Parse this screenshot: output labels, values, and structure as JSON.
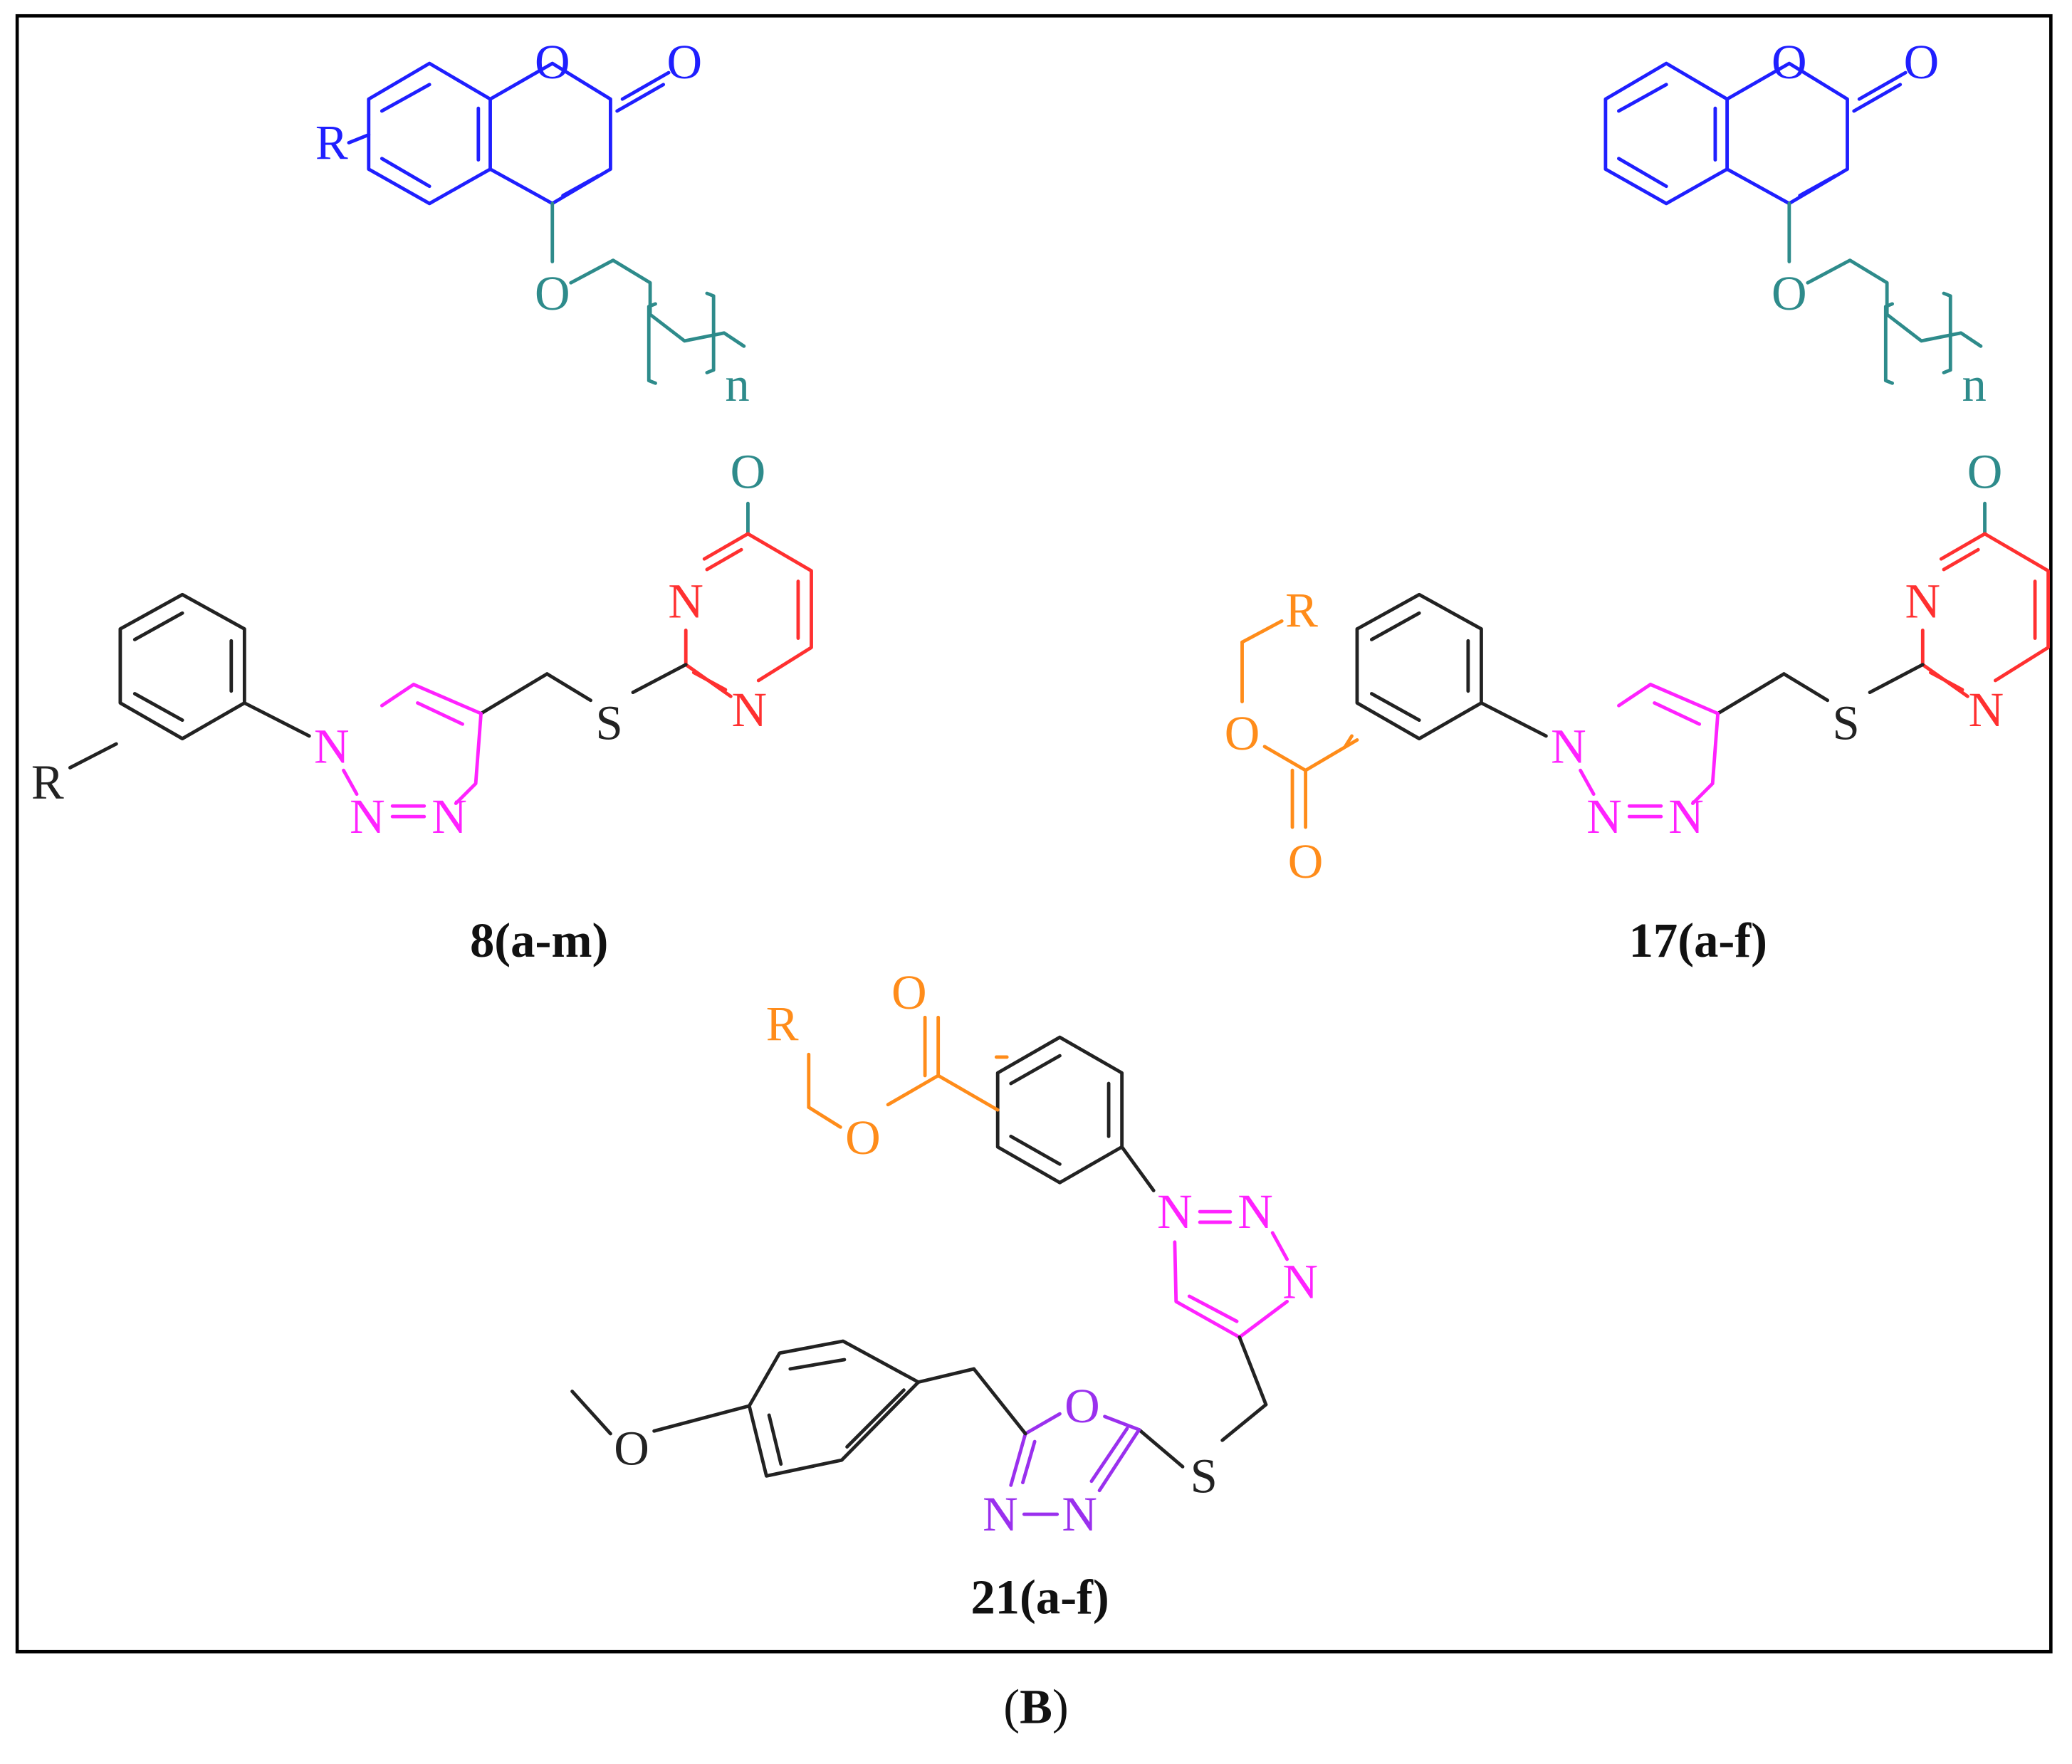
{
  "colors": {
    "black": "#222222",
    "coumarin": "#1f1fff",
    "linker": "#2e8b8b",
    "pyrimidine": "#ff3030",
    "triazole": "#ff22ff",
    "ester": "#ff8c1a",
    "oxadiazole": "#9a30ee"
  },
  "compounds": [
    {
      "id": "8",
      "label": "8(a-m)"
    },
    {
      "id": "17",
      "label": "17(a-f)"
    },
    {
      "id": "21",
      "label": "21(a-f)"
    }
  ],
  "panel": {
    "open": "(",
    "letter": "B",
    "close": ")"
  }
}
